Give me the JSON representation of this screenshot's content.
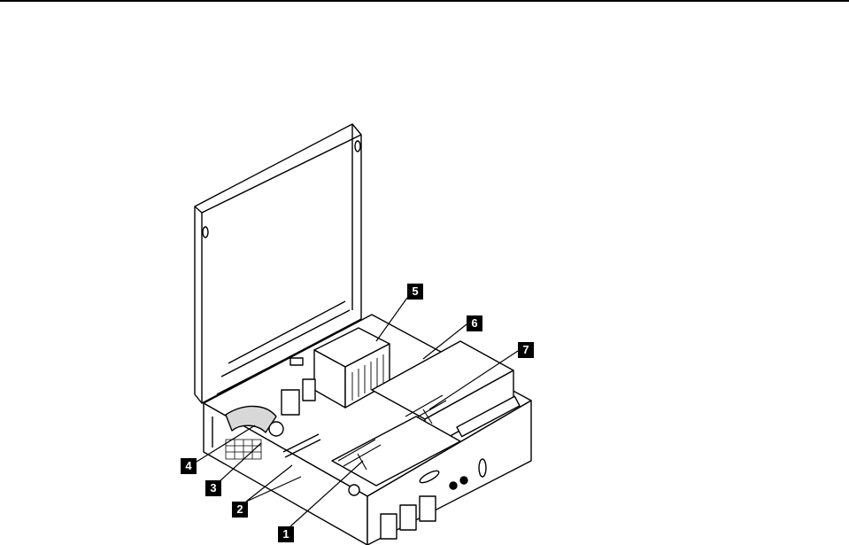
{
  "callouts": [
    {
      "id": "c1",
      "label": "1"
    },
    {
      "id": "c2",
      "label": "2"
    },
    {
      "id": "c3",
      "label": "3"
    },
    {
      "id": "c4",
      "label": "4"
    },
    {
      "id": "c5",
      "label": "5"
    },
    {
      "id": "c6",
      "label": "6"
    },
    {
      "id": "c7",
      "label": "7"
    }
  ],
  "colors": {
    "ink": "#000000",
    "paper": "#ffffff",
    "shade": "#d8d8d8"
  }
}
